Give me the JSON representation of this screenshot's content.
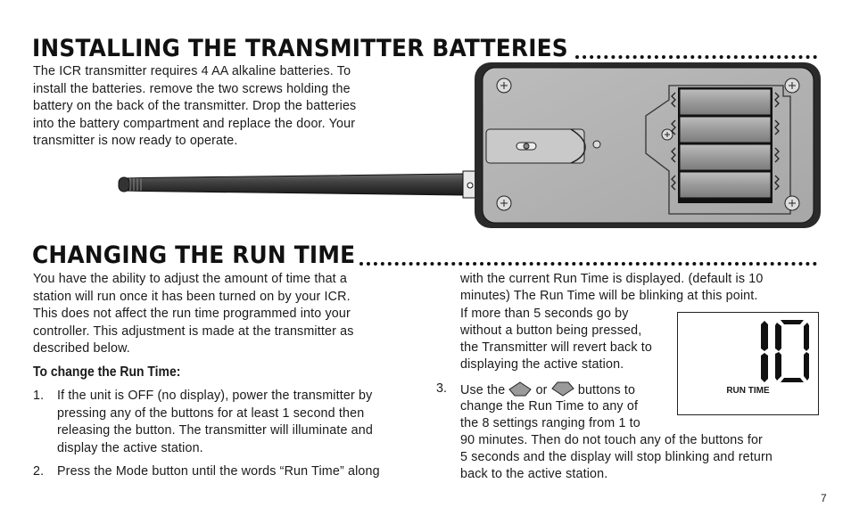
{
  "sections": {
    "batteries": {
      "heading": "INSTALLING THE TRANSMITTER BATTERIES",
      "body": [
        "The ICR transmitter requires 4 AA alkaline batteries. To",
        "install the batteries. remove the two screws holding the",
        "battery on the back of the transmitter. Drop the batteries",
        "into the battery compartment and replace the door. Your",
        "transmitter is now ready to operate."
      ]
    },
    "run_time": {
      "heading": "CHANGING THE RUN TIME",
      "body": [
        "You have the ability to adjust the amount of time that a",
        "station will run once it has been turned on by your ICR.",
        "This does not affect the run time programmed into your",
        "controller. This adjustment is made at the transmitter as",
        "described below."
      ],
      "subheading": "To change the Run Time:",
      "steps": [
        {
          "number": "1.",
          "lines": [
            "If the unit is OFF (no display), power the transmitter by",
            "pressing any of the buttons for at least 1 second then",
            "releasing the button. The transmitter will illuminate and",
            "display the active station."
          ]
        },
        {
          "number": "2.",
          "lines": [
            "Press the Mode button until the words “Run Time” along",
            "with the current Run Time is displayed. (default is 10",
            "minutes) The Run Time will be blinking at this point.",
            "If more than 5 seconds go by",
            "without a button being pressed,",
            "the Transmitter will revert back to",
            "displaying the active station."
          ]
        },
        {
          "number": "3.",
          "prefix": "Use the",
          "or": "or",
          "suffix": "buttons to",
          "lines": [
            "change the Run Time to any of",
            "the 8 settings ranging from 1 to",
            "90 minutes. Then do not touch any of the buttons for",
            "5 seconds and the display will stop blinking and return",
            "back to the active station."
          ]
        }
      ],
      "display": {
        "digits": "10",
        "label": "RUN TIME"
      }
    }
  },
  "page_number": "7"
}
